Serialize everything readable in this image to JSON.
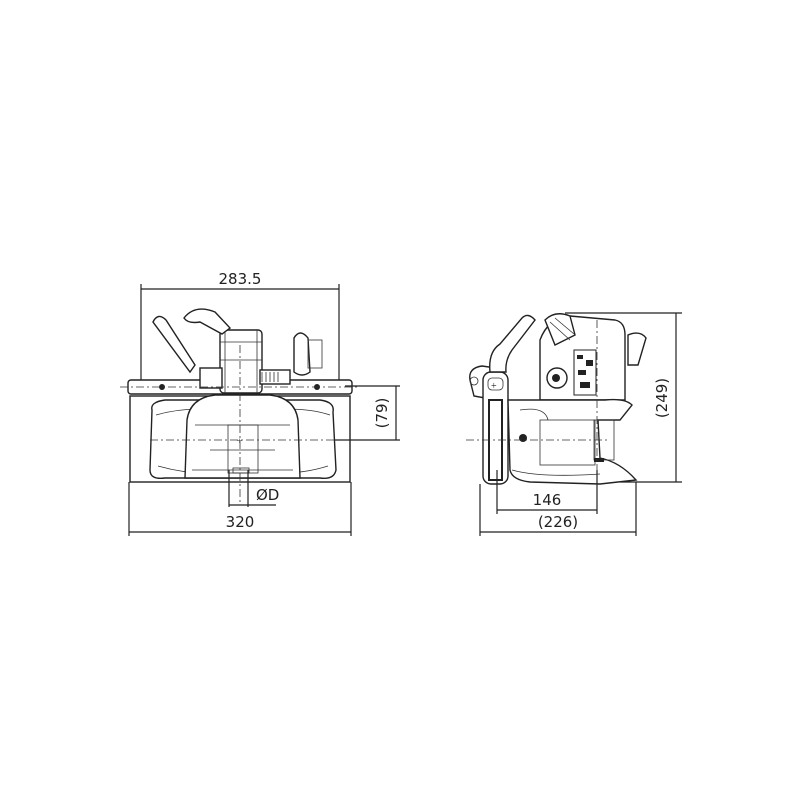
{
  "front_view": {
    "width_top": "283.5",
    "width_bottom": "320",
    "diameter_label": "ØD",
    "height_offset": "(79)"
  },
  "side_view": {
    "height_total": "(249)",
    "length_inner": "146",
    "length_total": "(226)"
  }
}
